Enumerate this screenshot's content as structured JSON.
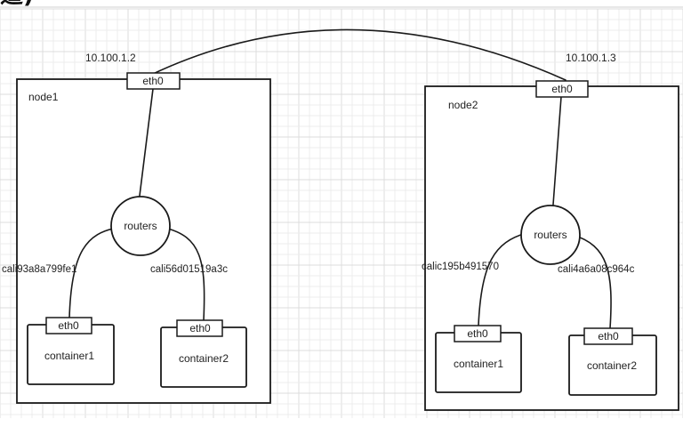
{
  "header": {
    "title_fragment": "道)"
  },
  "colors": {
    "stroke": "#1a1a1a",
    "grid_minor": "#ececec",
    "grid_major": "#dcdcdc",
    "background": "#ffffff"
  },
  "diagram": {
    "node1": {
      "label": "node1",
      "ip": "10.100.1.2",
      "eth": "eth0",
      "router": "routers",
      "left_link": "cali93a8a799fe1",
      "right_link": "cali56d01519a3c",
      "container_left": {
        "eth": "eth0",
        "label": "container1"
      },
      "container_right": {
        "eth": "eth0",
        "label": "container2"
      }
    },
    "node2": {
      "label": "node2",
      "ip": "10.100.1.3",
      "eth": "eth0",
      "router": "routers",
      "left_link": "calic195b491570",
      "right_link": "cali4a6a08c964c",
      "container_left": {
        "eth": "eth0",
        "label": "container1"
      },
      "container_right": {
        "eth": "eth0",
        "label": "container2"
      }
    }
  }
}
